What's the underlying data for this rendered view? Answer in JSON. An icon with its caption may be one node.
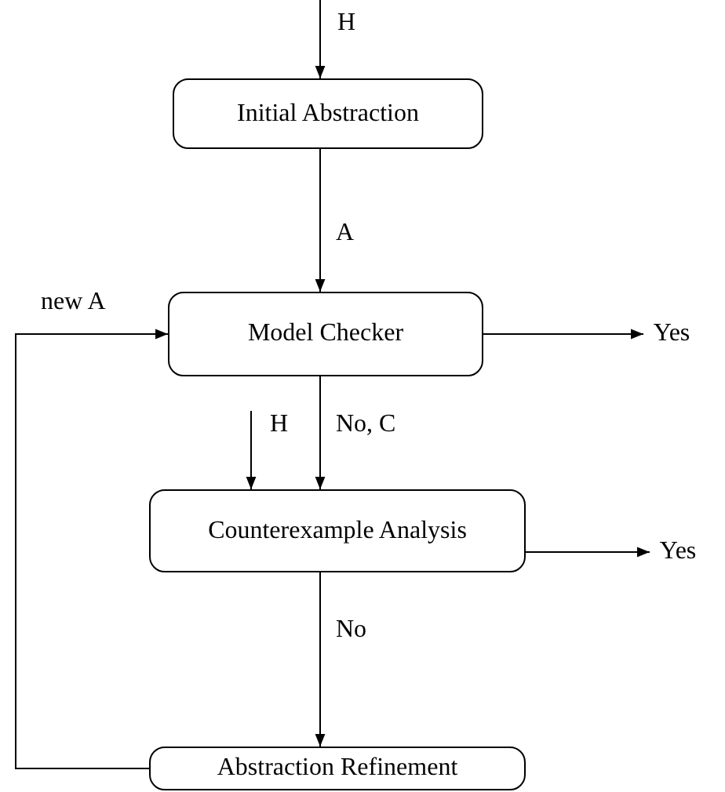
{
  "diagram": {
    "nodes": [
      {
        "text": [
          "Initial Abstraction"
        ]
      },
      {
        "text": [
          "Model Checker"
        ]
      },
      {
        "text": [
          "Yes"
        ]
      },
      {
        "text": [
          "Counterexample Analysis"
        ]
      },
      {
        "text": [
          "Yes"
        ]
      },
      {
        "text": [
          "Abstraction Refinement"
        ]
      }
    ],
    "edges": [
      {
        "from": null,
        "to": 0,
        "arrow": "to",
        "label": "H"
      },
      {
        "from": 0,
        "to": 1,
        "arrow": "to",
        "label": "A"
      },
      {
        "from": 1,
        "to": 2,
        "arrow": "to"
      },
      {
        "from": null,
        "to": 3,
        "arrow": "to",
        "label": "H"
      },
      {
        "from": 1,
        "to": 3,
        "arrow": "to",
        "label": "No, C"
      },
      {
        "from": 3,
        "to": 4,
        "arrow": "to"
      },
      {
        "from": 3,
        "to": 5,
        "arrow": "to",
        "label": "No"
      },
      {
        "from": 5,
        "to": 1,
        "arrow": "to",
        "label": "new A"
      }
    ]
  }
}
